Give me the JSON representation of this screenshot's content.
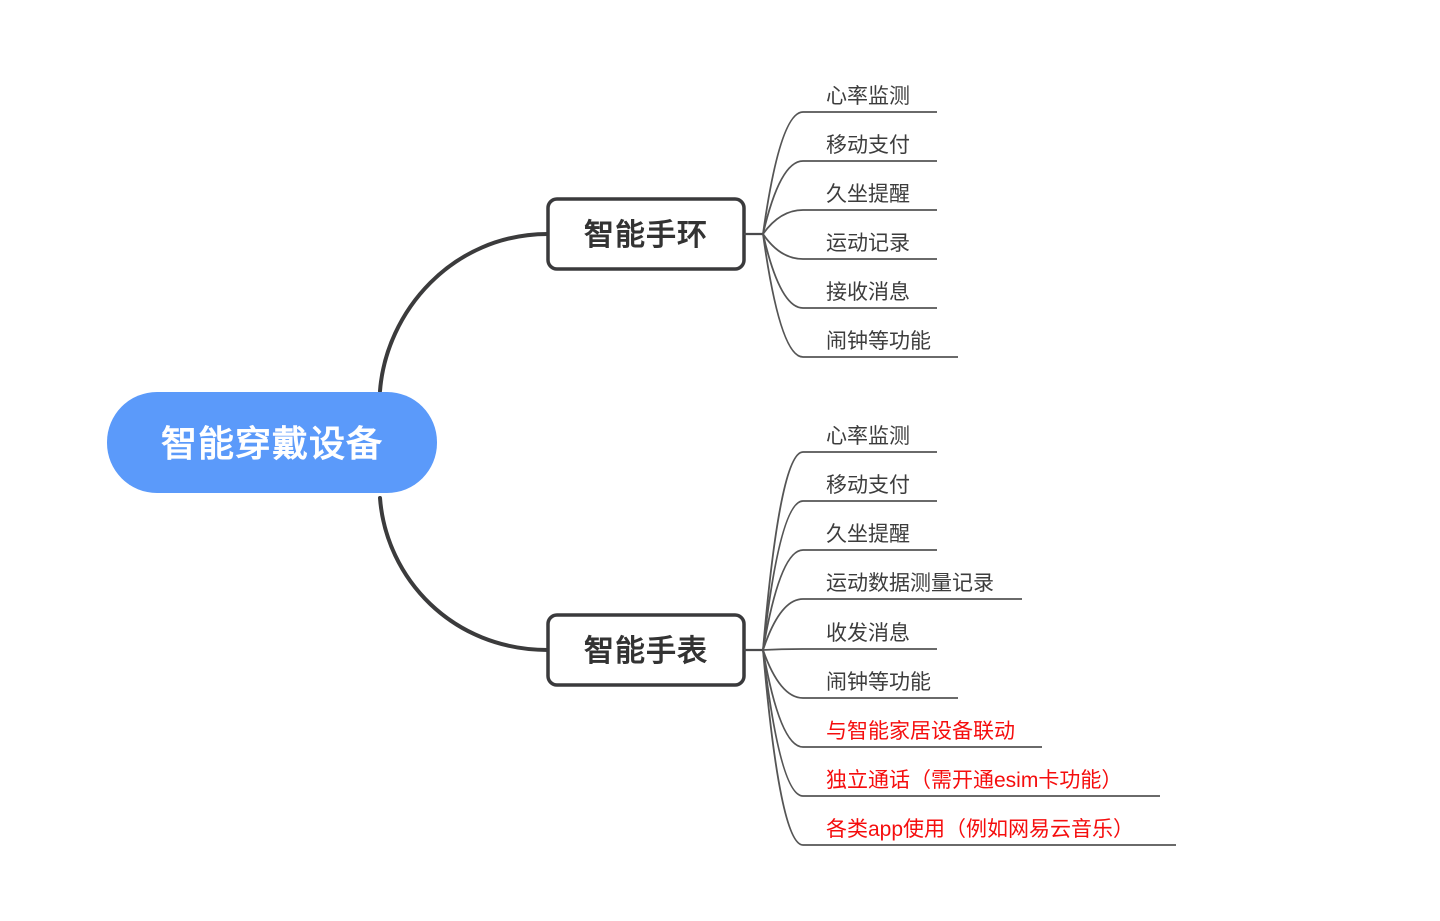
{
  "diagram": {
    "type": "mindmap",
    "root": {
      "label": "智能穿戴设备"
    },
    "branches": [
      {
        "label": "智能手环",
        "children": [
          {
            "label": "心率监测",
            "color": "#3d3d3d"
          },
          {
            "label": "移动支付",
            "color": "#3d3d3d"
          },
          {
            "label": "久坐提醒",
            "color": "#3d3d3d"
          },
          {
            "label": "运动记录",
            "color": "#3d3d3d"
          },
          {
            "label": "接收消息",
            "color": "#3d3d3d"
          },
          {
            "label": "闹钟等功能",
            "color": "#3d3d3d"
          }
        ]
      },
      {
        "label": "智能手表",
        "children": [
          {
            "label": "心率监测",
            "color": "#3d3d3d"
          },
          {
            "label": "移动支付",
            "color": "#3d3d3d"
          },
          {
            "label": "久坐提醒",
            "color": "#3d3d3d"
          },
          {
            "label": "运动数据测量记录",
            "color": "#3d3d3d"
          },
          {
            "label": "收发消息",
            "color": "#3d3d3d"
          },
          {
            "label": "闹钟等功能",
            "color": "#3d3d3d"
          },
          {
            "label": "与智能家居设备联动",
            "color": "#f50d0d"
          },
          {
            "label": "独立通话（需开通esim卡功能）",
            "color": "#f50d0d"
          },
          {
            "label": "各类app使用（例如网易云音乐）",
            "color": "#f50d0d"
          }
        ]
      }
    ],
    "style": {
      "background": "#ffffff",
      "root_fill": "#5b9afa",
      "root_text": "#ffffff",
      "branch_border": "#3a3a3c",
      "branch_text": "#333333",
      "leaf_text": "#3d3d3d",
      "highlight_text": "#f50d0d",
      "connector": "#3b3b3c",
      "leaf_line": "#555555"
    }
  }
}
